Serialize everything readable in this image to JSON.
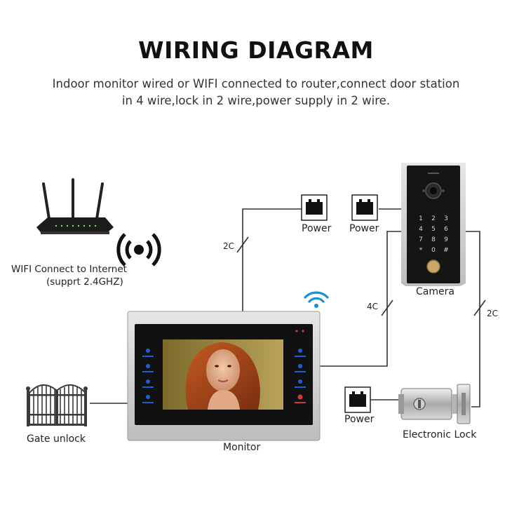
{
  "title": "WIRING DIAGRAM",
  "subtitle": {
    "line1": "Indoor monitor wired or WIFI connected to router,connect door station",
    "line2": "in 4 wire,lock in 2 wire,power supply in 2 wire."
  },
  "labels": {
    "wifi_line1": "WIFI Connect to Internet",
    "wifi_line2": "(supprt 2.4GHZ)",
    "power_monitor": "Power",
    "power_camera": "Power",
    "power_lock": "Power",
    "camera": "Camera",
    "monitor": "Monitor",
    "gate": "Gate unlock",
    "lock": "Electronic Lock"
  },
  "wires": {
    "monitor_power": "2C",
    "camera_link": "4C",
    "lock_link": "2C"
  },
  "keypad": [
    "1",
    "2",
    "3",
    "4",
    "5",
    "6",
    "7",
    "8",
    "9",
    "*",
    "0",
    "#"
  ]
}
